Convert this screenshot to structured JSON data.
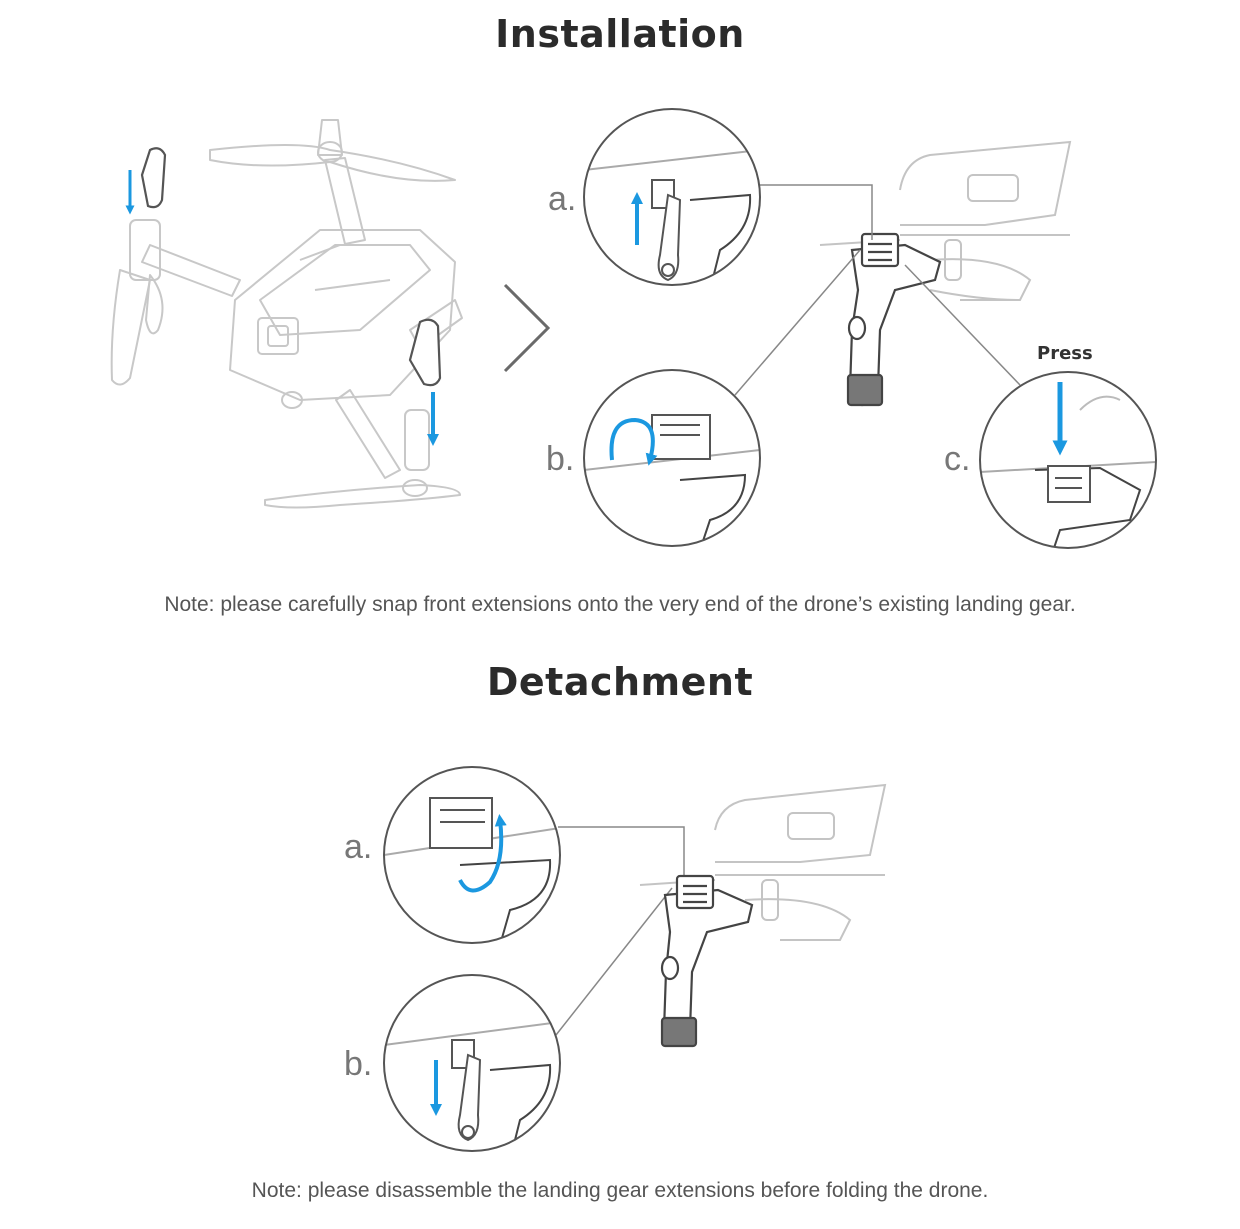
{
  "installation": {
    "title": "Installation",
    "steps": {
      "a": "a.",
      "b": "b.",
      "c": "c."
    },
    "press_label": "Press",
    "note": "Note: please carefully snap front extensions onto the very end of the drone’s existing landing gear."
  },
  "detachment": {
    "title": "Detachment",
    "steps": {
      "a": "a.",
      "b": "b."
    },
    "note": "Note: please disassemble the landing gear extensions before folding the drone."
  },
  "colors": {
    "arrow_blue": "#1b98e0",
    "line_gray": "#8a8a8a",
    "light_gray": "#c8c8c8"
  }
}
